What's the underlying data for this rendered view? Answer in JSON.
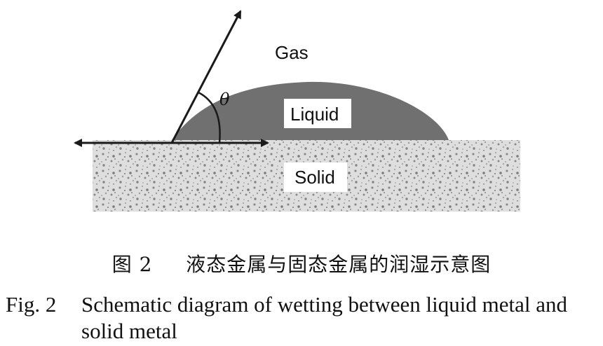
{
  "figure": {
    "labels": {
      "gas": "Gas",
      "liquid": "Liquid",
      "solid": "Solid",
      "angle": "θ"
    },
    "colors": {
      "liquid": "#6f6f6f",
      "solid_base": "#dcdcdc",
      "solid_speckle": "#8a8a8a",
      "lines": "#1a1a1a"
    }
  },
  "caption": {
    "chinese_fig": "图 2",
    "chinese_text": "液态金属与固态金属的润湿示意图",
    "english_fig": "Fig. 2",
    "english_line1": "Schematic diagram of wetting between liquid metal and",
    "english_line2": "solid metal"
  }
}
